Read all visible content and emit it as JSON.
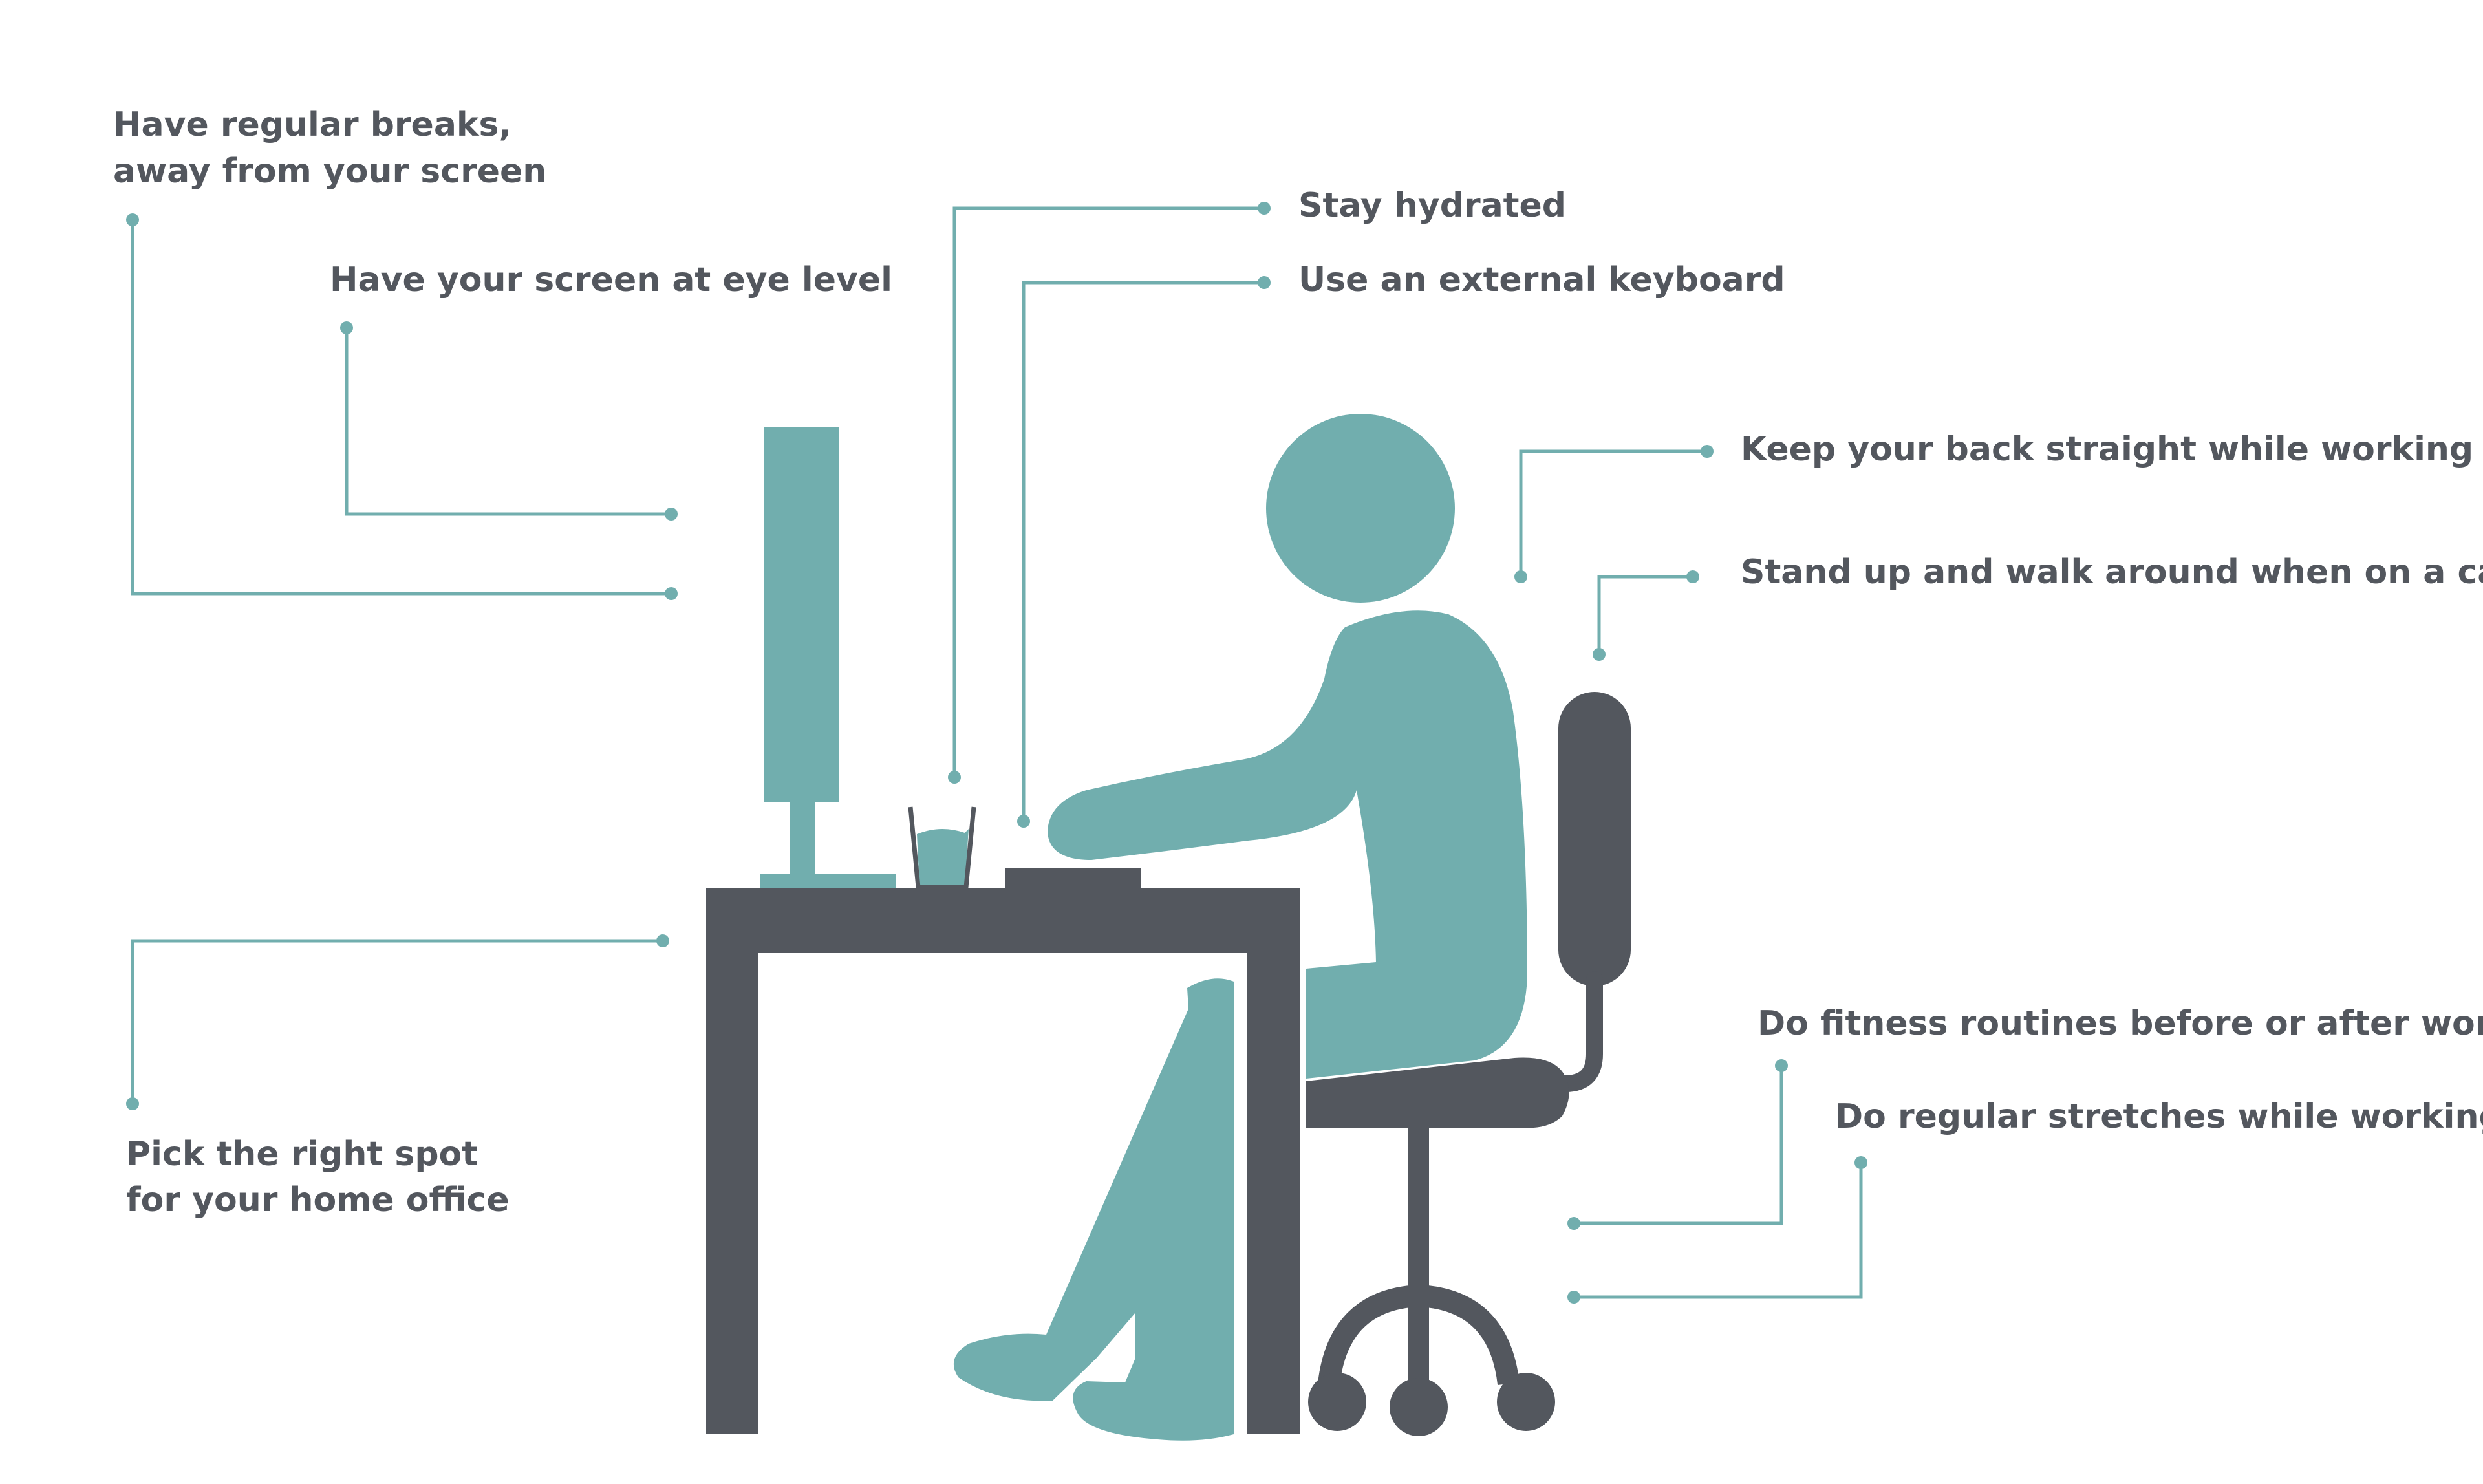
{
  "colors": {
    "background": "#ffffff",
    "accent": "#71aeae",
    "dark": "#53575e",
    "text": "#53575e"
  },
  "icons": {
    "person": "seated-person-icon",
    "desk": "desk-icon",
    "monitor": "monitor-icon",
    "chair": "office-chair-icon",
    "glass": "water-glass-icon",
    "keyboard": "keyboard-icon"
  },
  "tips": {
    "breaks": {
      "line1": "Have regular breaks,",
      "line2": "away from your screen"
    },
    "eye_level": "Have your screen at eye level",
    "hydrated": "Stay hydrated",
    "keyboard": "Use an external keyboard",
    "back": "Keep your back straight while working",
    "stand_up": "Stand up and walk around when on a call",
    "spot": {
      "line1": "Pick the right spot",
      "line2": "for your home office"
    },
    "fitness": "Do fitness routines before or after work",
    "stretches": "Do regular stretches while working"
  }
}
